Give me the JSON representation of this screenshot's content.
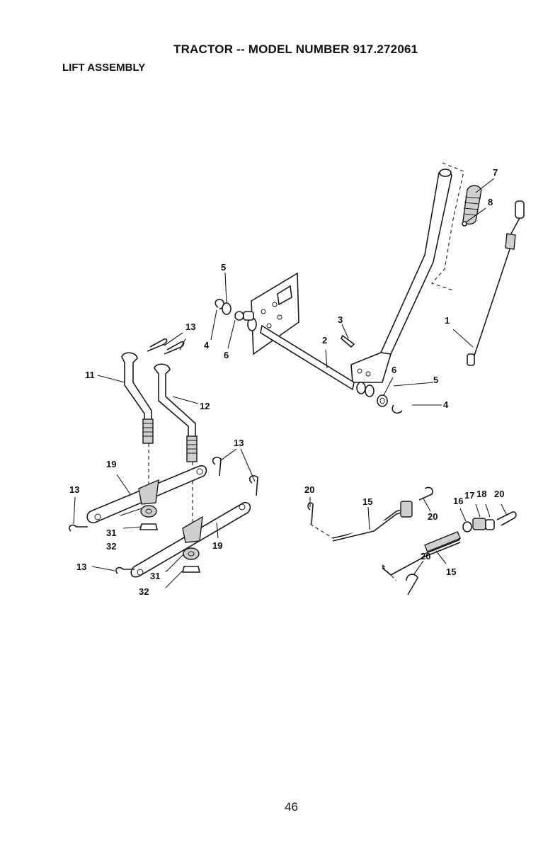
{
  "header": {
    "title": "TRACTOR -- MODEL NUMBER 917.272061",
    "section": "LIFT ASSEMBLY"
  },
  "footer": {
    "page_number": "46"
  },
  "callouts": {
    "c1": "1",
    "c2": "2",
    "c3": "3",
    "c4a": "4",
    "c4b": "4",
    "c5a": "5",
    "c5b": "5",
    "c6a": "6",
    "c6b": "6",
    "c7": "7",
    "c8": "8",
    "c11": "11",
    "c12": "12",
    "c13a": "13",
    "c13b": "13",
    "c13c": "13",
    "c13d": "13",
    "c15a": "15",
    "c15b": "15",
    "c16": "16",
    "c17": "17",
    "c18": "18",
    "c19a": "19",
    "c19b": "19",
    "c20a": "20",
    "c20b": "20",
    "c20c": "20",
    "c20d": "20",
    "c31a": "31",
    "c31b": "31",
    "c32a": "32",
    "c32b": "32"
  }
}
